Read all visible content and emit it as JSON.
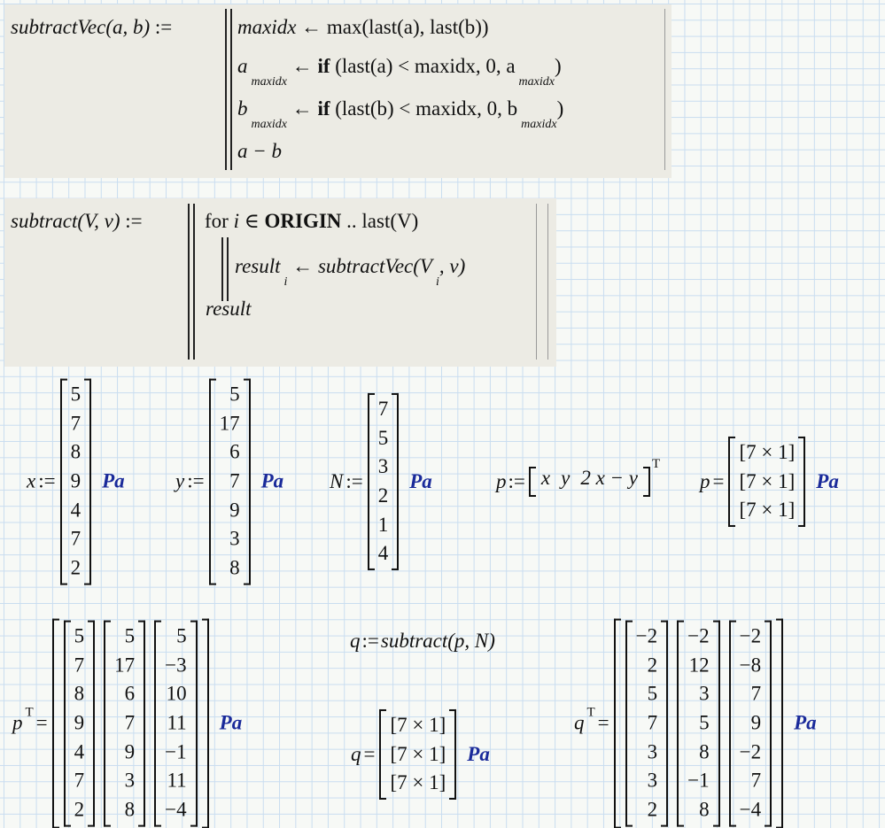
{
  "func1": {
    "name": "subtractVec",
    "args": "(a, b)",
    "define": ":=",
    "line1": {
      "var": "maxidx",
      "arrow": "←",
      "expr": "max(last(a), last(b))"
    },
    "line2": {
      "var": "a",
      "sub": "maxidx",
      "arrow": "←",
      "kw": "if",
      "cond": "(last(a) < maxidx, 0, a",
      "sub2": "maxidx",
      "close": ")"
    },
    "line3": {
      "var": "b",
      "sub": "maxidx",
      "arrow": "←",
      "kw": "if",
      "cond": "(last(b) < maxidx, 0, b",
      "sub2": "maxidx",
      "close": ")"
    },
    "line4": "a − b"
  },
  "func2": {
    "name": "subtract",
    "args": "(V, v)",
    "define": ":=",
    "for_kw": "for",
    "for_var": "i ∈",
    "origin": "ORIGIN",
    "range": ".. last(V)",
    "body_var": "result",
    "body_sub": "i",
    "arrow": "←",
    "body_call": "subtractVec",
    "body_open": "(V",
    "body_sub2": "i",
    "body_close": ", v)",
    "ret": "result"
  },
  "x": {
    "label": "x",
    "op": ":=",
    "values": [
      "5",
      "7",
      "8",
      "9",
      "4",
      "7",
      "2"
    ],
    "unit": "Pa"
  },
  "y": {
    "label": "y",
    "op": ":=",
    "values": [
      "5",
      "17",
      "6",
      "7",
      "9",
      "3",
      "8"
    ],
    "unit": "Pa"
  },
  "N": {
    "label": "N",
    "op": ":=",
    "values": [
      "7",
      "5",
      "3",
      "2",
      "1",
      "4"
    ],
    "unit": "Pa"
  },
  "pdef": {
    "label": "p",
    "op": ":=",
    "row": [
      "x",
      "y",
      "2 x − y"
    ],
    "sup": "T"
  },
  "peval": {
    "label": "p",
    "op": "=",
    "values": [
      "[7 × 1]",
      "[7 × 1]",
      "[7 × 1]"
    ],
    "unit": "Pa"
  },
  "pT": {
    "label": "p",
    "sup": "T",
    "op": "=",
    "cols": [
      [
        "5",
        "7",
        "8",
        "9",
        "4",
        "7",
        "2"
      ],
      [
        "5",
        "17",
        "6",
        "7",
        "9",
        "3",
        "8"
      ],
      [
        "5",
        "−3",
        "10",
        "11",
        "−1",
        "11",
        "−4"
      ]
    ],
    "unit": "Pa"
  },
  "qdef": {
    "label": "q",
    "op": ":=",
    "call": "subtract",
    "args": "(p, N)"
  },
  "qeval": {
    "label": "q",
    "op": "=",
    "values": [
      "[7 × 1]",
      "[7 × 1]",
      "[7 × 1]"
    ],
    "unit": "Pa"
  },
  "qT": {
    "label": "q",
    "sup": "T",
    "op": "=",
    "cols": [
      [
        "−2",
        "2",
        "5",
        "7",
        "3",
        "3",
        "2"
      ],
      [
        "−2",
        "12",
        "3",
        "5",
        "8",
        "−1",
        "8"
      ],
      [
        "−2",
        "−8",
        "7",
        "9",
        "−2",
        "7",
        "−4"
      ]
    ],
    "unit": "Pa"
  }
}
